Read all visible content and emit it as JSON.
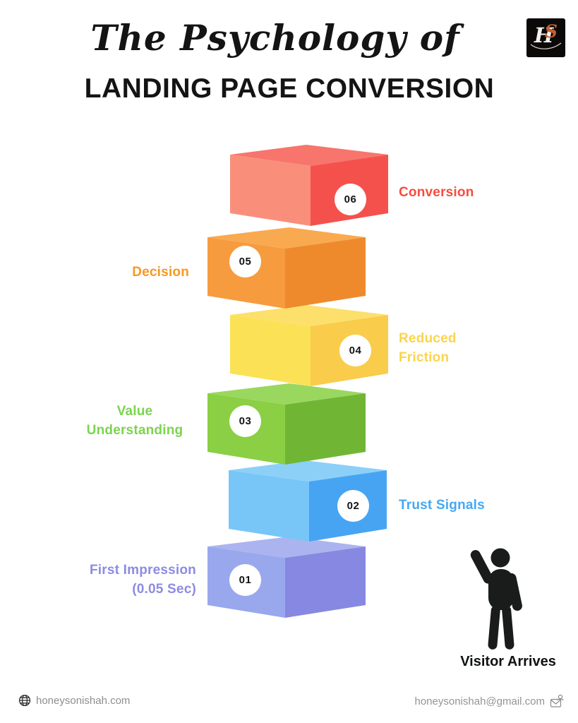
{
  "header": {
    "script_title": "The Psychology of",
    "main_title": "LANDING PAGE CONVERSION",
    "logo": {
      "letter1": "H",
      "letter2": "S"
    }
  },
  "steps": [
    {
      "num": "06",
      "label_line1": "Conversion",
      "label_line2": "",
      "colors": {
        "top": "#F7756C",
        "left": "#F98F7B",
        "right": "#F5514C",
        "label": "#F74C3C"
      }
    },
    {
      "num": "05",
      "label_line1": "Decision",
      "label_line2": "",
      "colors": {
        "top": "#F9AA50",
        "left": "#F79B3F",
        "right": "#EE8A2B",
        "label": "#F89822"
      }
    },
    {
      "num": "04",
      "label_line1": "Reduced",
      "label_line2": "Friction",
      "colors": {
        "top": "#FCE06B",
        "left": "#FBE156",
        "right": "#F9CC4B",
        "label": "#FBD44F"
      }
    },
    {
      "num": "03",
      "label_line1": "Value",
      "label_line2": "Understanding",
      "colors": {
        "top": "#9AD75F",
        "left": "#8ACF44",
        "right": "#70B634",
        "label": "#7BD44E"
      }
    },
    {
      "num": "02",
      "label_line1": "Trust Signals",
      "label_line2": "",
      "colors": {
        "top": "#8CD0F8",
        "left": "#77C6F7",
        "right": "#47A4F3",
        "label": "#45A8F4"
      }
    },
    {
      "num": "01",
      "label_line1": "First Impression",
      "label_line2": "(0.05 Sec)",
      "colors": {
        "top": "#ABB4EF",
        "left": "#99A8EC",
        "right": "#8688E1",
        "label": "#8C8BE5"
      }
    }
  ],
  "visitor": {
    "label": "Visitor Arrives",
    "icon": "waving-person-icon"
  },
  "footer": {
    "website": {
      "icon": "globe-icon",
      "text": "honeysonishah.com"
    },
    "email": {
      "text": "honeysonishah@gmail.com",
      "icon": "envelope-person-icon"
    }
  },
  "colors": {
    "background": "#FFFFFF",
    "title": "#141414",
    "person": "#191C1B"
  }
}
